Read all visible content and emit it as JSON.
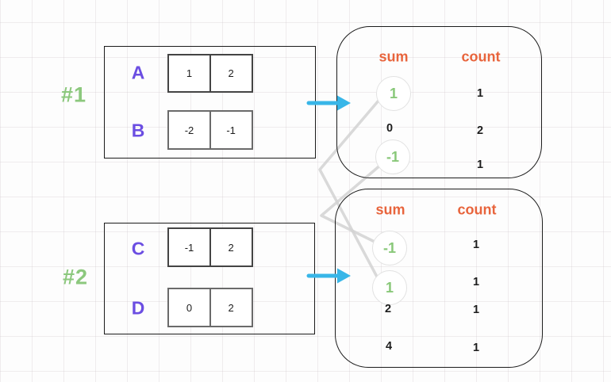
{
  "examples": [
    {
      "label": "#1",
      "arrays": [
        {
          "name": "A",
          "cells": [
            "1",
            "2"
          ]
        },
        {
          "name": "B",
          "cells": [
            "-2",
            "-1"
          ]
        }
      ],
      "result": {
        "headers": {
          "sum": "sum",
          "count": "count"
        },
        "rows": [
          {
            "sum": "1",
            "count": "1",
            "highlighted": true
          },
          {
            "sum": "0",
            "count": "2",
            "highlighted": false
          },
          {
            "sum": "-1",
            "count": "1",
            "highlighted": true
          }
        ]
      }
    },
    {
      "label": "#2",
      "arrays": [
        {
          "name": "C",
          "cells": [
            "-1",
            "2"
          ]
        },
        {
          "name": "D",
          "cells": [
            "0",
            "2"
          ]
        }
      ],
      "result": {
        "headers": {
          "sum": "sum",
          "count": "count"
        },
        "rows": [
          {
            "sum": "-1",
            "count": "1",
            "highlighted": true
          },
          {
            "sum": "1",
            "count": "1",
            "highlighted": true
          },
          {
            "sum": "2",
            "count": "1",
            "highlighted": false
          },
          {
            "sum": "4",
            "count": "1",
            "highlighted": false
          }
        ]
      }
    }
  ],
  "connections": [
    {
      "from": "example-1 sum 1",
      "to": "example-2 sum 1"
    },
    {
      "from": "example-1 sum -1",
      "to": "example-2 sum -1"
    }
  ],
  "colors": {
    "label_green": "#8cc87d",
    "value_green": "#89c879",
    "array_purple": "#6b4ee2",
    "header_orange": "#e8643c",
    "arrow_cyan": "#38b6e8",
    "connector_gray": "#d2d2d2",
    "border_black": "#1b1b1b"
  }
}
